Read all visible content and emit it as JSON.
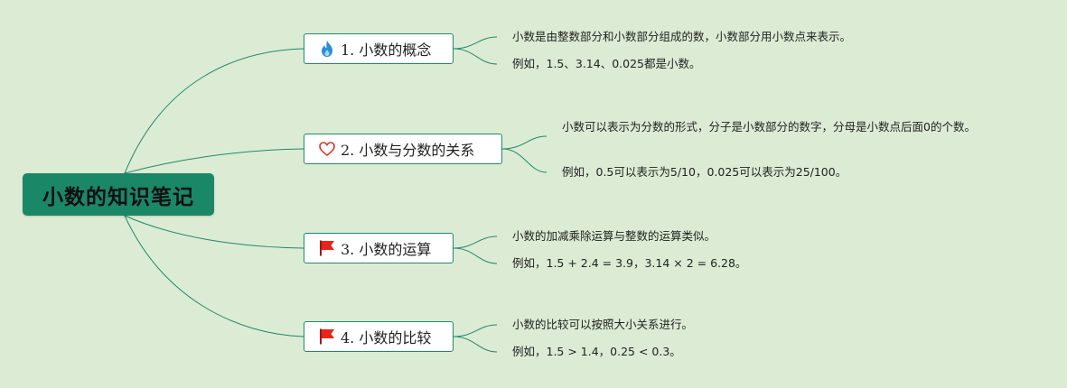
{
  "root": {
    "label": "小数的知识笔记"
  },
  "colors": {
    "background": "#dcebd4",
    "root_fill": "#1a8766",
    "line": "#1f8a6b",
    "topic_border": "#1f8a6b",
    "flame": "#2a8fd8",
    "heart": "#d8332a",
    "flag": "#e8251b"
  },
  "topics": [
    {
      "label": "1. 小数的概念",
      "icon": "flame-icon",
      "leaves": [
        "小数是由整数部分和小数部分组成的数，小数部分用小数点来表示。",
        "例如，1.5、3.14、0.025都是小数。"
      ]
    },
    {
      "label": "2. 小数与分数的关系",
      "icon": "heart-icon",
      "leaves": [
        "小数可以表示为分数的形式，分子是小数部分的数字，分母是小数点后面0的个数。",
        "例如，0.5可以表示为5/10，0.025可以表示为25/100。"
      ]
    },
    {
      "label": "3. 小数的运算",
      "icon": "flag-icon",
      "leaves": [
        "小数的加减乘除运算与整数的运算类似。",
        "例如，1.5 + 2.4 = 3.9，3.14 × 2 = 6.28。"
      ]
    },
    {
      "label": "4. 小数的比较",
      "icon": "flag-icon",
      "leaves": [
        "小数的比较可以按照大小关系进行。",
        "例如，1.5 > 1.4，0.25 < 0.3。"
      ]
    }
  ]
}
